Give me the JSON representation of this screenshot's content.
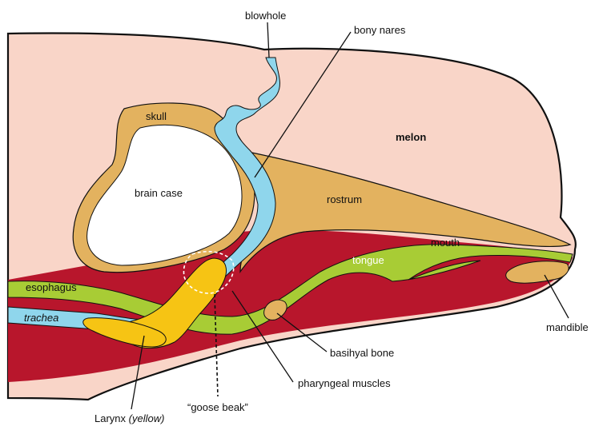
{
  "colors": {
    "skin": "#f9d5c8",
    "bone": "#e3b25f",
    "muscle": "#b8162c",
    "airway": "#8fd6ec",
    "digestive": "#a8cc35",
    "larynx": "#f6c414",
    "brain": "#ffffff",
    "outline": "#111111"
  },
  "labels": {
    "blowhole": "blowhole",
    "bony_nares": "bony nares",
    "skull": "skull",
    "melon": "melon",
    "brain_case": "brain case",
    "rostrum": "rostrum",
    "mouth": "mouth",
    "tongue": "tongue",
    "esophagus": "esophagus",
    "trachea": "trachea",
    "mandible": "mandible",
    "basihyal_bone": "basihyal bone",
    "pharyngeal_muscles": "pharyngeal muscles",
    "goose_beak": "“goose beak”",
    "larynx": "Larynx ",
    "larynx_note": "(yellow)"
  }
}
